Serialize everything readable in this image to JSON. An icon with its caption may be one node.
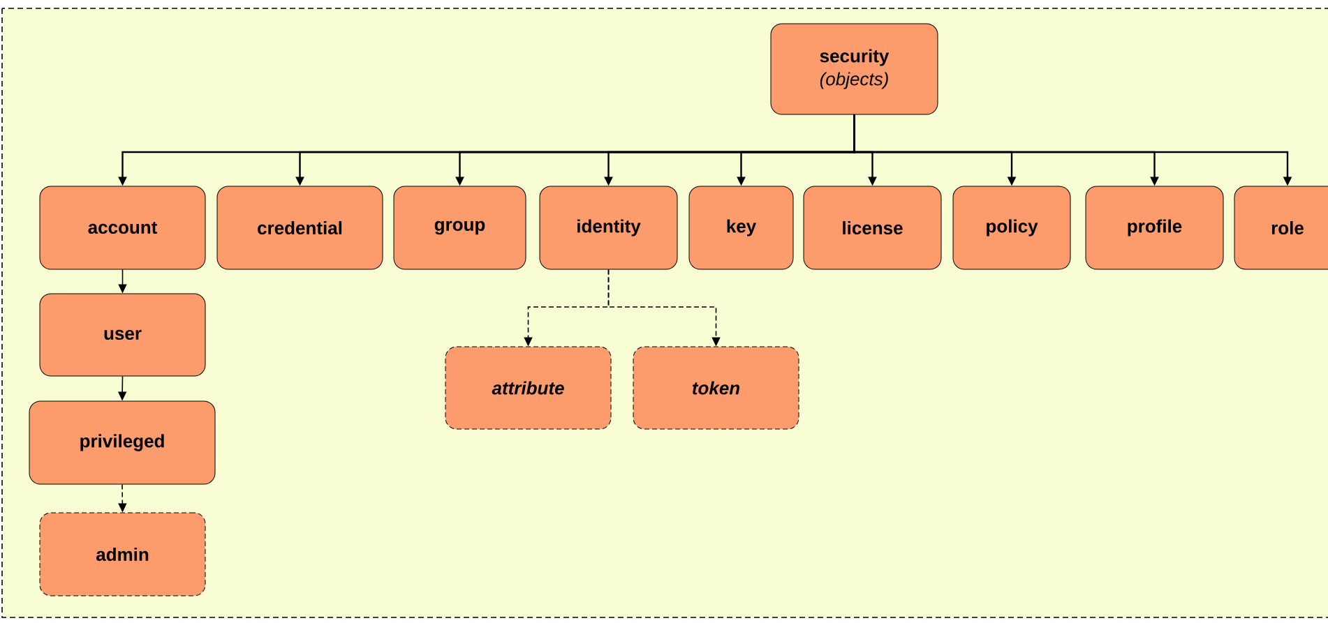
{
  "diagram": {
    "nodes": [
      {
        "text": [
          "security",
          "(objects)"
        ]
      },
      {
        "text": [
          "account"
        ]
      },
      {
        "text": [
          "credential"
        ]
      },
      {
        "text": [
          "group"
        ]
      },
      {
        "text": [
          "identity"
        ]
      },
      {
        "text": [
          "key"
        ]
      },
      {
        "text": [
          "license"
        ]
      },
      {
        "text": [
          "policy"
        ]
      },
      {
        "text": [
          "profile"
        ]
      },
      {
        "text": [
          "role"
        ]
      },
      {
        "text": [
          "user"
        ]
      },
      {
        "text": [
          "privileged"
        ]
      },
      {
        "text": [
          "admin"
        ]
      },
      {
        "text": [
          "attribute"
        ]
      },
      {
        "text": [
          "token"
        ]
      }
    ],
    "edges": [
      {
        "from": 0,
        "to": 1,
        "arrow": "to"
      },
      {
        "from": 0,
        "to": 2,
        "arrow": "to"
      },
      {
        "from": 0,
        "to": 3,
        "arrow": "to"
      },
      {
        "from": 0,
        "to": 4,
        "arrow": "to"
      },
      {
        "from": 0,
        "to": 5,
        "arrow": "to"
      },
      {
        "from": 0,
        "to": 6,
        "arrow": "to"
      },
      {
        "from": 0,
        "to": 7,
        "arrow": "to"
      },
      {
        "from": 0,
        "to": 8,
        "arrow": "to"
      },
      {
        "from": 0,
        "to": 9,
        "arrow": "to"
      },
      {
        "from": 1,
        "to": 10,
        "arrow": "to"
      },
      {
        "from": 10,
        "to": 11,
        "arrow": "to"
      },
      {
        "from": 11,
        "to": 12,
        "arrow": "to",
        "style": "dashed"
      },
      {
        "from": 4,
        "to": 13,
        "arrow": "to",
        "style": "dashed"
      },
      {
        "from": 4,
        "to": 14,
        "arrow": "to",
        "style": "dashed"
      }
    ]
  }
}
